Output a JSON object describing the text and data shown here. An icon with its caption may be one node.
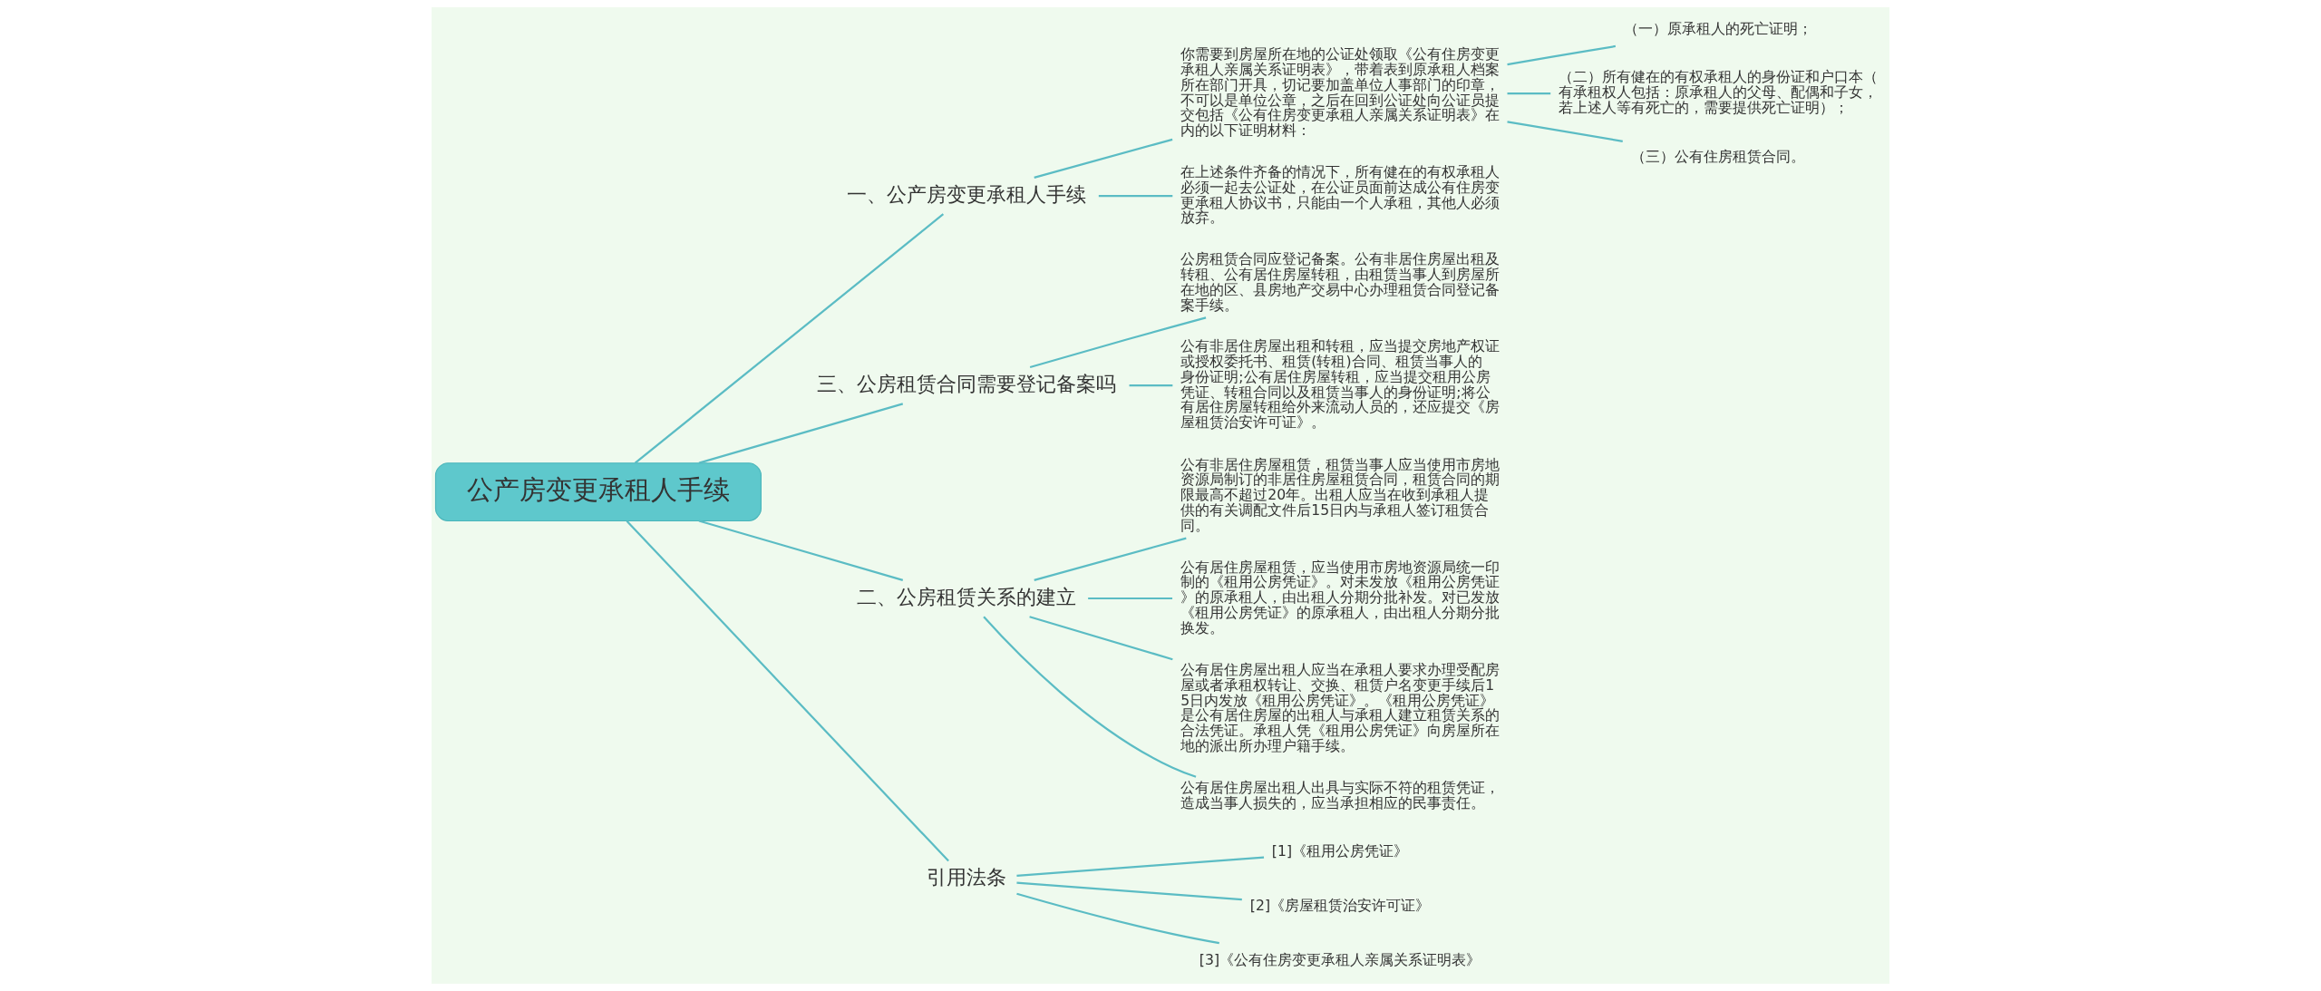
{
  "diagram": {
    "nodes": [
      {
        "text": [
          "公产房变更承租人手续"
        ]
      },
      {
        "text": [
          "一、公产房变更承租人手续"
        ]
      },
      {
        "text": [
          "你需要到房屋所在地的公证处领取《公有住房变更承租人亲属关系证明表》，带着表到原承租人档案所在部门开具，切记要加盖单位人事部门的印章，不可以是单位公章，之后在回到公证处向公证员提交包括《公有住房变更承租人亲属关系证明表》在内的以下证明材料："
        ]
      },
      {
        "text": [
          "（一）原承租人的死亡证明；"
        ]
      },
      {
        "text": [
          "（二）所有健在的有权承租人的身份证和户口本（有承租权人包括：原承租人的父母、配偶和子女，若上述人等有死亡的，需要提供死亡证明）；"
        ]
      },
      {
        "text": [
          "（三）公有住房租赁合同。"
        ]
      },
      {
        "text": [
          "在上述条件齐备的情况下，所有健在的有权承租人必须一起去公证处，在公证员面前达成公有住房变更承租人协议书，只能由一个人承租，其他人必须放弃。"
        ]
      },
      {
        "text": [
          "三、公房租赁合同需要登记备案吗"
        ]
      },
      {
        "text": [
          "公房租赁合同应登记备案。公有非居住房屋出租及转租、公有居住房屋转租，由租赁当事人到房屋所在地的区、县房地产交易中心办理租赁合同登记备案手续。"
        ]
      },
      {
        "text": [
          "公有非居住房屋出租和转租，应当提交房地产权证或授权委托书、租赁(转租)合同、租赁当事人的身份证明;公有居住房屋转租，应当提交租用公房凭证、转租合同以及租赁当事人的身份证明;将公有居住房屋转租给外来流动人员的，还应提交《房屋租赁治安许可证》。"
        ]
      },
      {
        "text": [
          "二、公房租赁关系的建立"
        ]
      },
      {
        "text": [
          "公有非居住房屋租赁，租赁当事人应当使用市房地资源局制订的非居住房屋租赁合同，租赁合同的期限最高不超过20年。出租人应当在收到承租人提供的有关调配文件后15日内与承租人签订租赁合同。"
        ]
      },
      {
        "text": [
          "公有居住房屋租赁，应当使用市房地资源局统一印制的《租用公房凭证》。对未发放《租用公房凭证》的原承租人，由出租人分期分批补发。对已发放《租用公房凭证》的原承租人，由出租人分期分批换发。"
        ]
      },
      {
        "text": [
          "公有居住房屋出租人应当在承租人要求办理受配房屋或者承租权转让、交换、租赁户名变更手续后15日内发放《租用公房凭证》。《租用公房凭证》是公有居住房屋的出租人与承租人建立租赁关系的合法凭证。承租人凭《租用公房凭证》向房屋所在地的派出所办理户籍手续。"
        ]
      },
      {
        "text": [
          "公有居住房屋出租人出具与实际不符的租赁凭证，造成当事人损失的，应当承担相应的民事责任。"
        ]
      },
      {
        "text": [
          "引用法条"
        ]
      },
      {
        "text": [
          "[1]《租用公房凭证》"
        ]
      },
      {
        "text": [
          "[2]《房屋租赁治安许可证》"
        ]
      },
      {
        "text": [
          "[3]《公有住房变更承租人亲属关系证明表》"
        ]
      }
    ],
    "edges": [
      {
        "from": 0,
        "to": 1,
        "arrow": "none"
      },
      {
        "from": 1,
        "to": 2,
        "arrow": "none"
      },
      {
        "from": 2,
        "to": 3,
        "arrow": "none"
      },
      {
        "from": 2,
        "to": 4,
        "arrow": "none"
      },
      {
        "from": 2,
        "to": 5,
        "arrow": "none"
      },
      {
        "from": 1,
        "to": 6,
        "arrow": "none"
      },
      {
        "from": 0,
        "to": 7,
        "arrow": "none"
      },
      {
        "from": 7,
        "to": 8,
        "arrow": "none"
      },
      {
        "from": 7,
        "to": 9,
        "arrow": "none"
      },
      {
        "from": 0,
        "to": 10,
        "arrow": "none"
      },
      {
        "from": 10,
        "to": 11,
        "arrow": "none"
      },
      {
        "from": 10,
        "to": 12,
        "arrow": "none"
      },
      {
        "from": 10,
        "to": 13,
        "arrow": "none"
      },
      {
        "from": 10,
        "to": 14,
        "arrow": "none"
      },
      {
        "from": 0,
        "to": 15,
        "arrow": "none"
      },
      {
        "from": 15,
        "to": 16,
        "arrow": "none"
      },
      {
        "from": 15,
        "to": 17,
        "arrow": "none"
      },
      {
        "from": 15,
        "to": 18,
        "arrow": "none"
      }
    ]
  }
}
